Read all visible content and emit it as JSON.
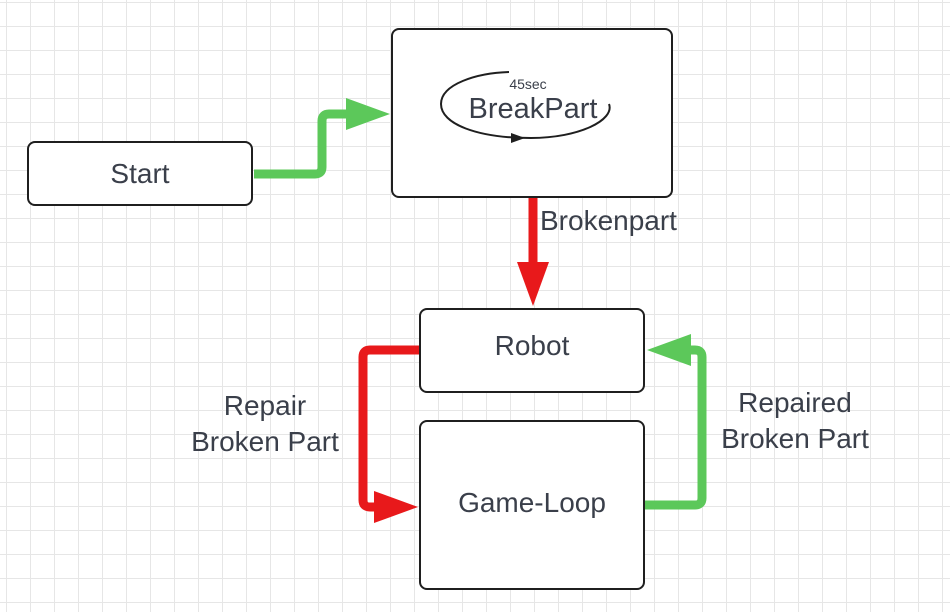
{
  "nodes": {
    "start": "Start",
    "breakpart": "BreakPart",
    "breakpart_timer": "45sec",
    "robot": "Robot",
    "gameloop": "Game-Loop"
  },
  "edges": {
    "brokenpart": "Brokenpart",
    "repair": "Repair\nBroken Part",
    "repaired": "Repaired\nBroken Part"
  },
  "colors": {
    "green": "#5cc85a",
    "red": "#e8191b",
    "border": "#1f1f1f",
    "text": "#3a3f4a"
  }
}
